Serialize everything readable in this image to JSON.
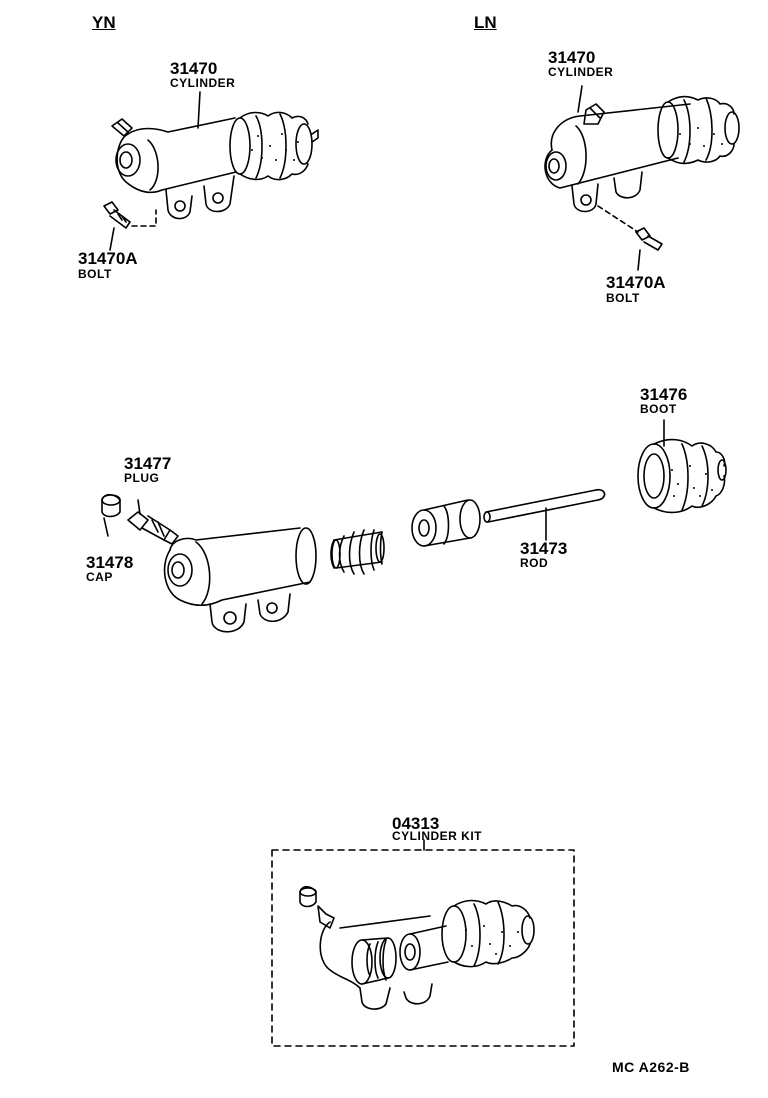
{
  "variants": {
    "left": "YN",
    "right": "LN"
  },
  "parts": {
    "yn_cylinder": {
      "number": "31470",
      "name": "CYLINDER"
    },
    "yn_bolt": {
      "number": "31470A",
      "name": "BOLT"
    },
    "ln_cylinder": {
      "number": "31470",
      "name": "CYLINDER"
    },
    "ln_bolt": {
      "number": "31470A",
      "name": "BOLT"
    },
    "plug": {
      "number": "31477",
      "name": "PLUG"
    },
    "cap": {
      "number": "31478",
      "name": "CAP"
    },
    "boot": {
      "number": "31476",
      "name": "BOOT"
    },
    "rod": {
      "number": "31473",
      "name": "ROD"
    },
    "kit": {
      "number": "04313",
      "name": "CYLINDER KIT"
    }
  },
  "drawing_code": "MC A262-B"
}
